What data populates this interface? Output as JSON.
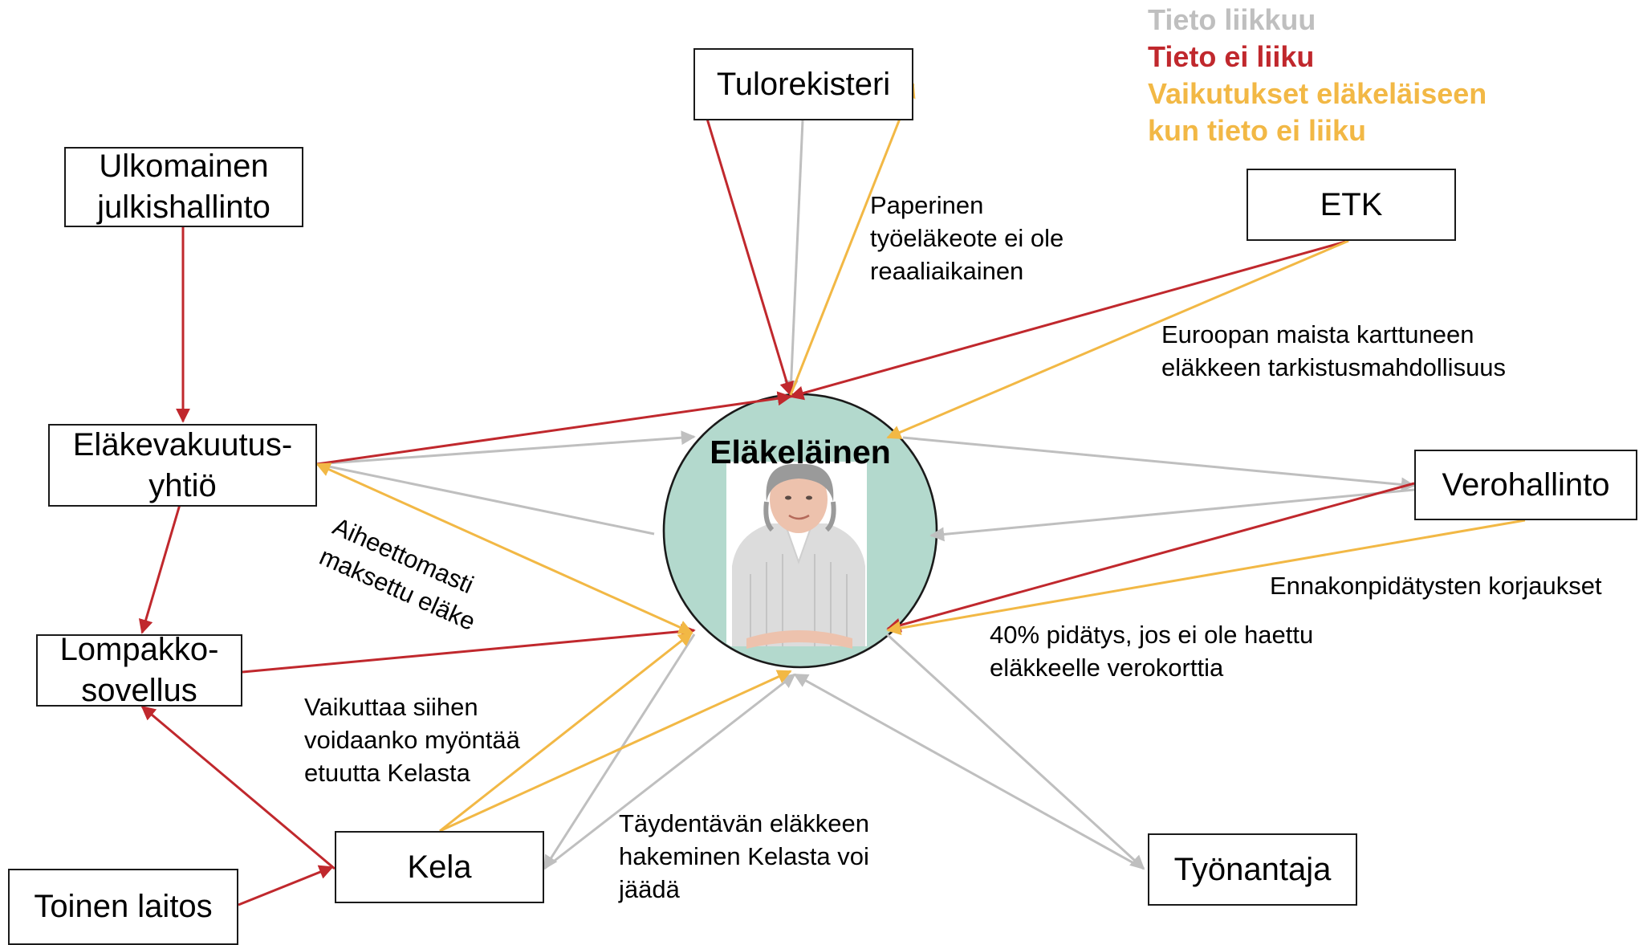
{
  "legend": {
    "moves": "Tieto liikkuu",
    "not_moving": "Tieto ei liiku",
    "effects_line1": "Vaikutukset eläkeläiseen",
    "effects_line2": "kun tieto ei liiku"
  },
  "colors": {
    "moves": "#bfbfbf",
    "not_moving": "#c0282d",
    "effects": "#f2b845",
    "center_fill": "#b3d9cd",
    "box_border": "#1a1a1a"
  },
  "center": {
    "title": "Eläkeläinen",
    "image": "elderly-woman-portrait"
  },
  "nodes": {
    "tulorekisteri": "Tulorekisteri",
    "ulkomainen_l1": "Ulkomainen",
    "ulkomainen_l2": "julkishallinto",
    "etk": "ETK",
    "elakevakuutus_l1": "Eläkevakuutus-",
    "elakevakuutus_l2": "yhtiö",
    "verohallinto": "Verohallinto",
    "lompakko_l1": "Lompakko-",
    "lompakko_l2": "sovellus",
    "kela": "Kela",
    "tyonantaja": "Työnantaja",
    "toinen_laitos": "Toinen laitos"
  },
  "annotations": {
    "paperinen": [
      "Paperinen",
      "työeläkeote ei ole",
      "reaaliaikainen"
    ],
    "euroopan": [
      "Euroopan maista karttuneen",
      "eläkkeen tarkistusmahdollisuus"
    ],
    "ennakon": "Ennakonpidätysten korjaukset",
    "pidatys": [
      "40% pidätys, jos ei ole haettu",
      "eläkkeelle verokorttia"
    ],
    "aiheettomasti": [
      "Aiheettomasti",
      "maksettu eläke"
    ],
    "vaikuttaa": [
      "Vaikuttaa siihen",
      "voidaanko myöntää",
      "etuutta Kelasta"
    ],
    "taydentavan": [
      "Täydentävän eläkkeen",
      "hakeminen Kelasta voi",
      "jäädä"
    ]
  }
}
